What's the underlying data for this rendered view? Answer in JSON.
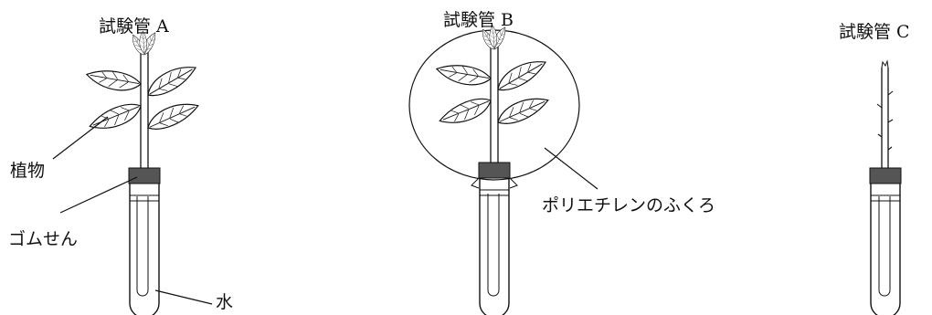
{
  "tubes": [
    {
      "title": "試験管 A"
    },
    {
      "title": "試験管 B"
    },
    {
      "title": "試験管 C"
    }
  ],
  "labels": {
    "plant": "植物",
    "rubber_stopper": "ゴムせん",
    "water": "水",
    "polyethylene_bag": "ポリエチレンのふくろ"
  },
  "colors": {
    "ink": "#111111",
    "stopper": "#555555",
    "paper": "#ffffff"
  }
}
